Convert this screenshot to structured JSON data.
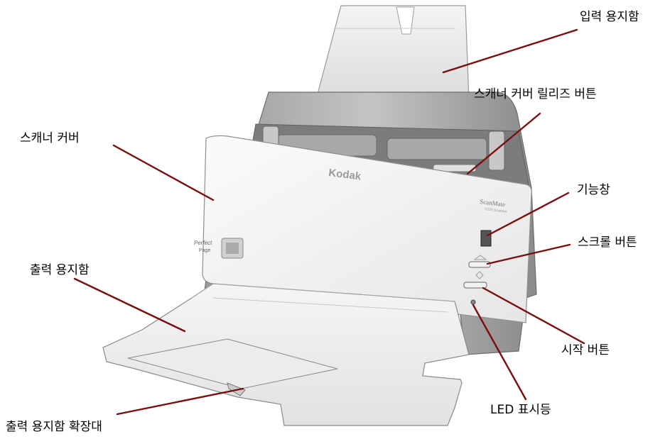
{
  "labels": {
    "input_tray": "입력 용지함",
    "cover_release": "스캐너 커버 릴리즈 버튼",
    "scanner_cover": "스캐너 커버",
    "function_window": "기능창",
    "scroll_button": "스크롤 버튼",
    "output_tray": "출력 용지함",
    "start_button": "시작 버튼",
    "led_indicator": "LED 표시등",
    "output_extender": "출력 용지함 확장대"
  },
  "device": {
    "brand": "Kodak",
    "model": "ScanMate",
    "model_sub": "i1120 Scanner",
    "badge_top": "Perfect",
    "badge_bottom": "Page"
  },
  "colors": {
    "leader_line": "#7a0d0d"
  }
}
